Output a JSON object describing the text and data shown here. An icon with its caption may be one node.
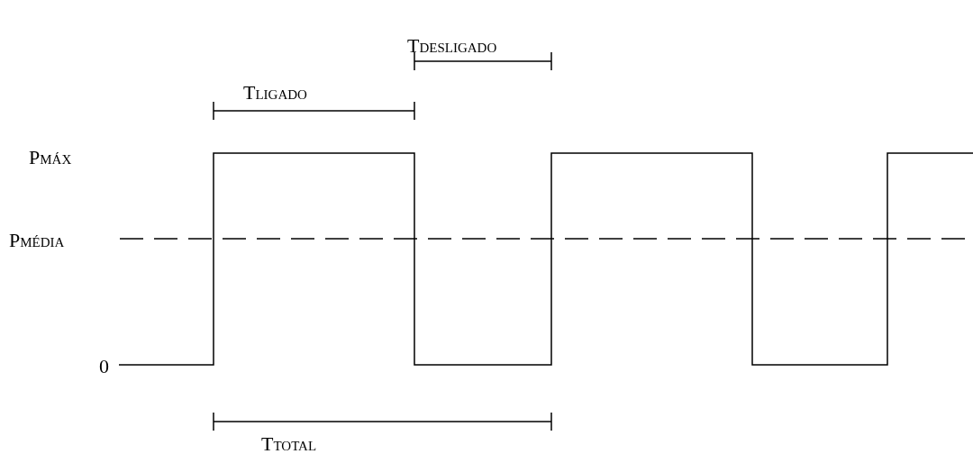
{
  "diagram": {
    "labels": [
      "Tdesligado",
      "Tligado",
      "Pmáx",
      "Pmédia",
      "0",
      "Ttotal"
    ]
  }
}
